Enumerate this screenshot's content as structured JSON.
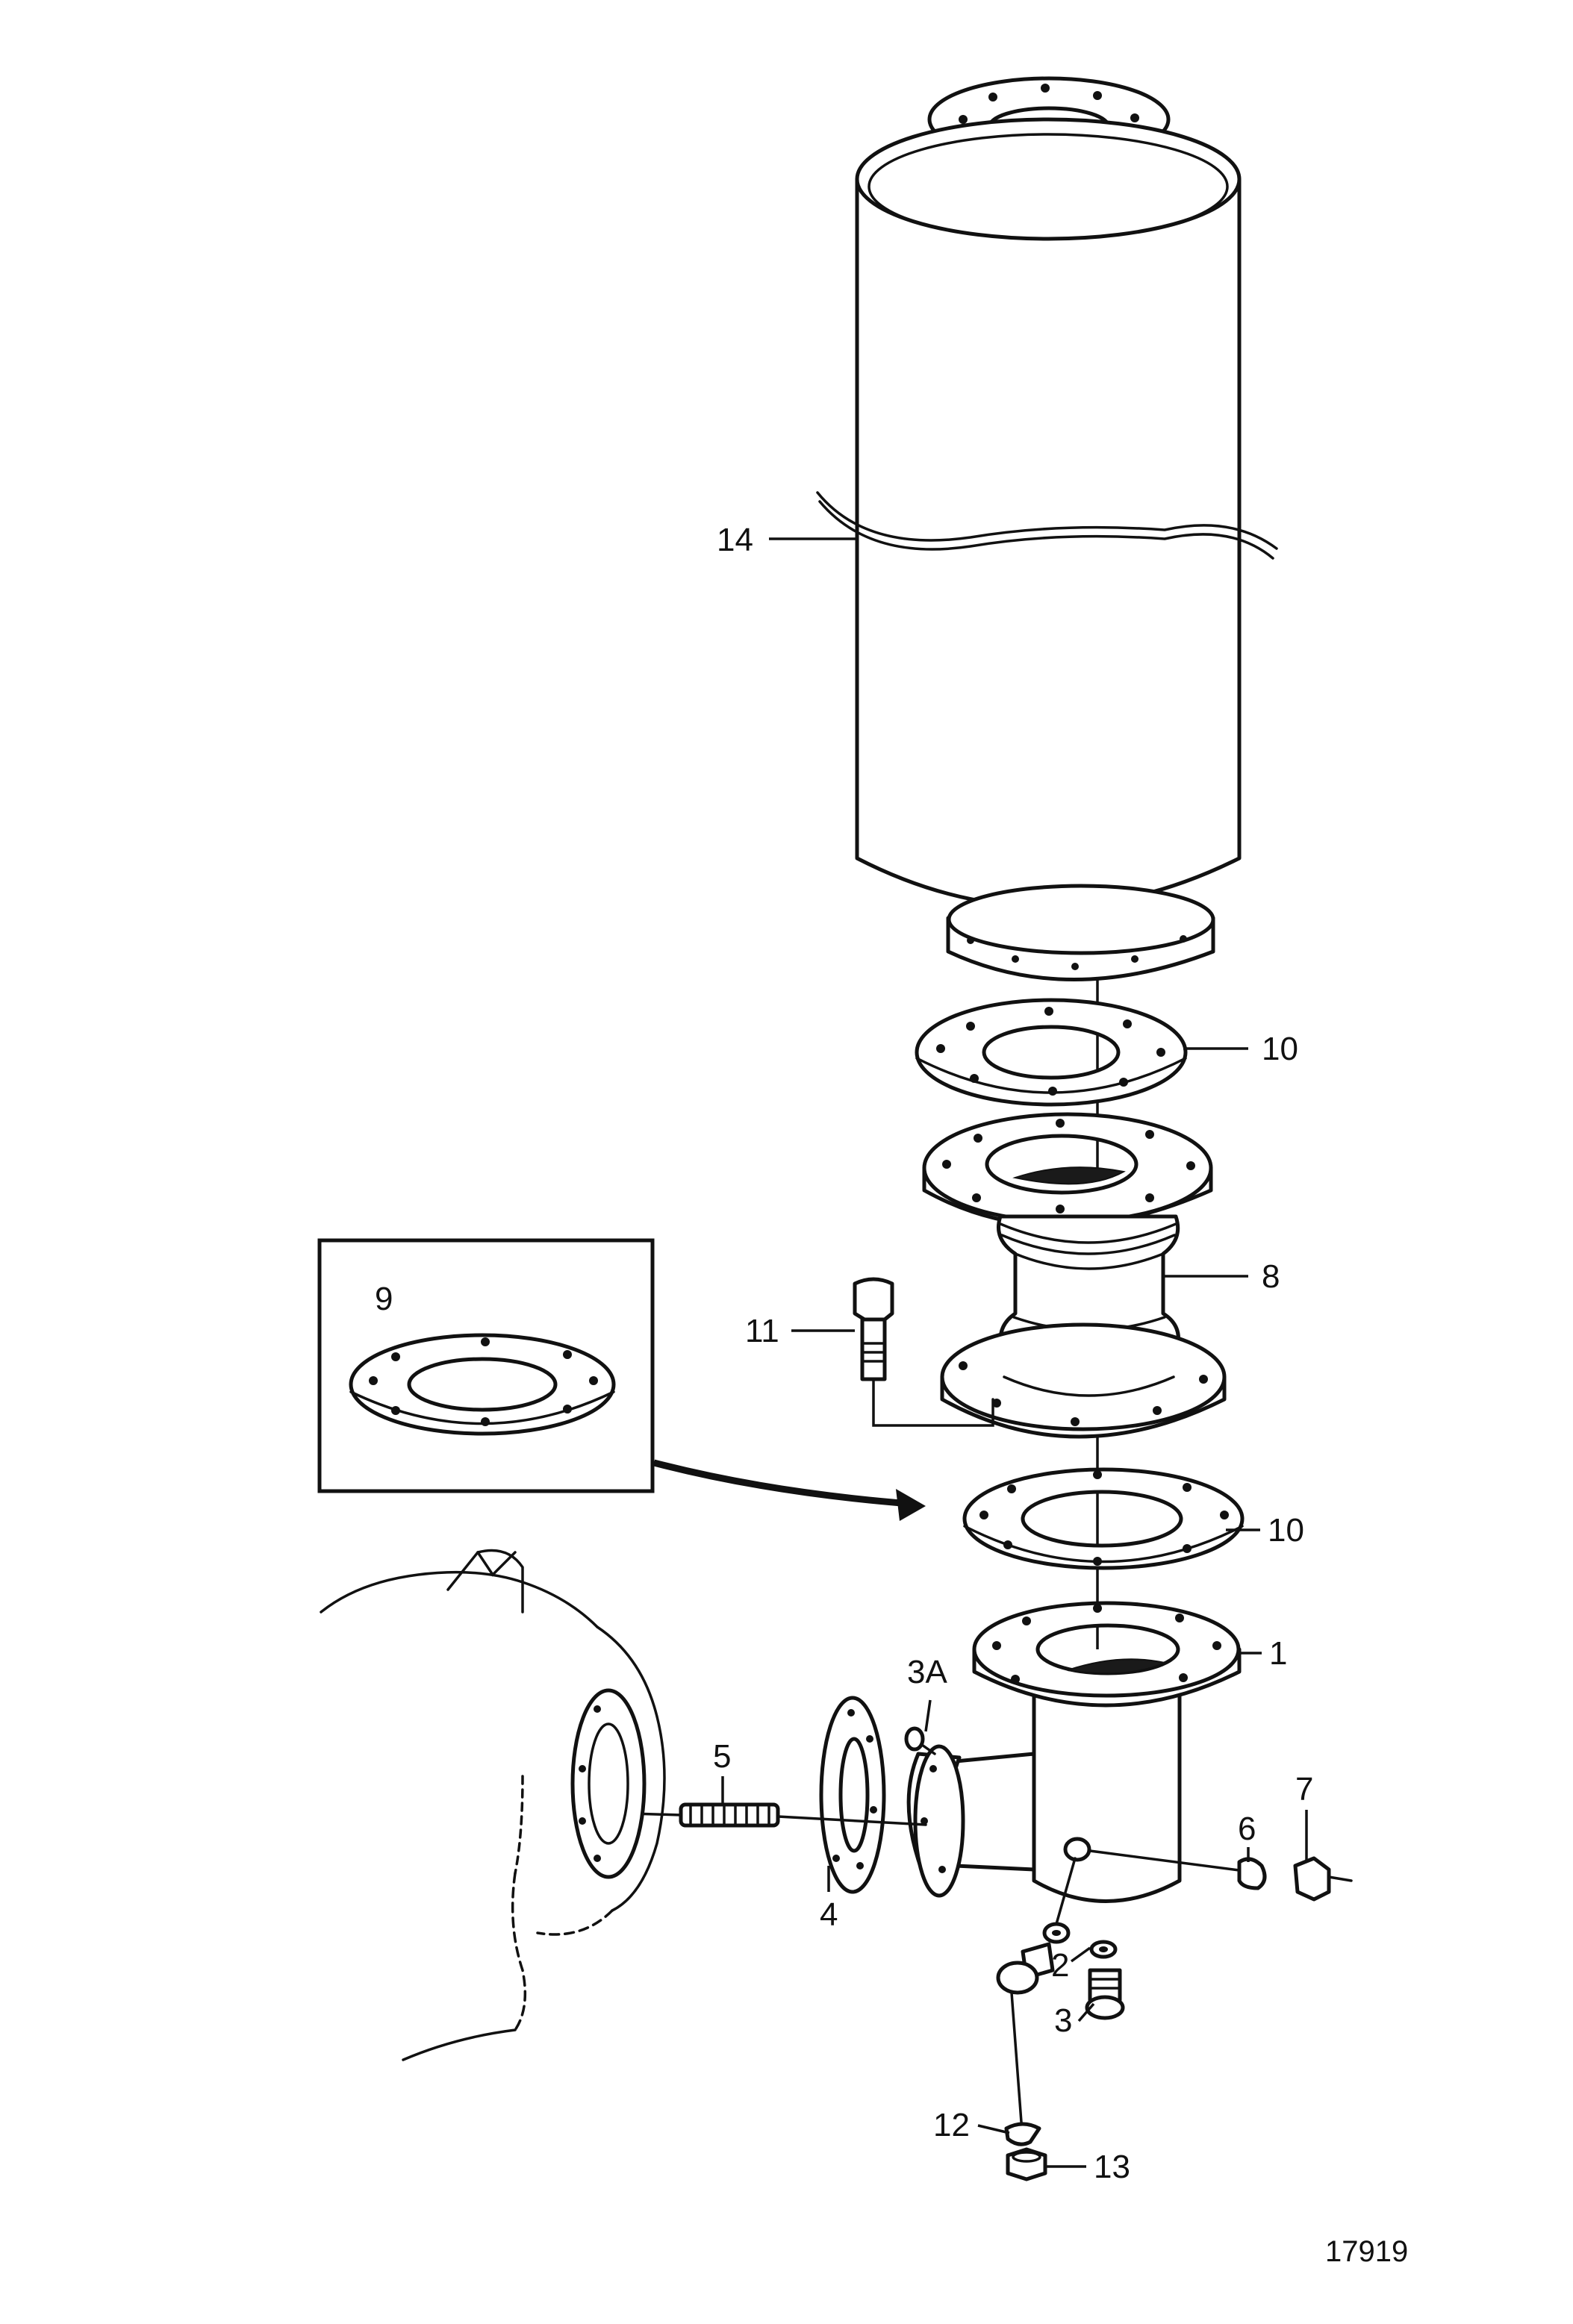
{
  "callouts": [
    {
      "id": "14",
      "text": "14"
    },
    {
      "id": "10a",
      "text": "10"
    },
    {
      "id": "8",
      "text": "8"
    },
    {
      "id": "9",
      "text": "9"
    },
    {
      "id": "11",
      "text": "11"
    },
    {
      "id": "10b",
      "text": "10"
    },
    {
      "id": "1",
      "text": "1"
    },
    {
      "id": "3A",
      "text": "3A"
    },
    {
      "id": "5",
      "text": "5"
    },
    {
      "id": "4",
      "text": "4"
    },
    {
      "id": "6",
      "text": "6"
    },
    {
      "id": "7",
      "text": "7"
    },
    {
      "id": "2",
      "text": "2"
    },
    {
      "id": "3",
      "text": "3"
    },
    {
      "id": "12",
      "text": "12"
    },
    {
      "id": "13",
      "text": "13"
    }
  ],
  "figure_number": "17919"
}
